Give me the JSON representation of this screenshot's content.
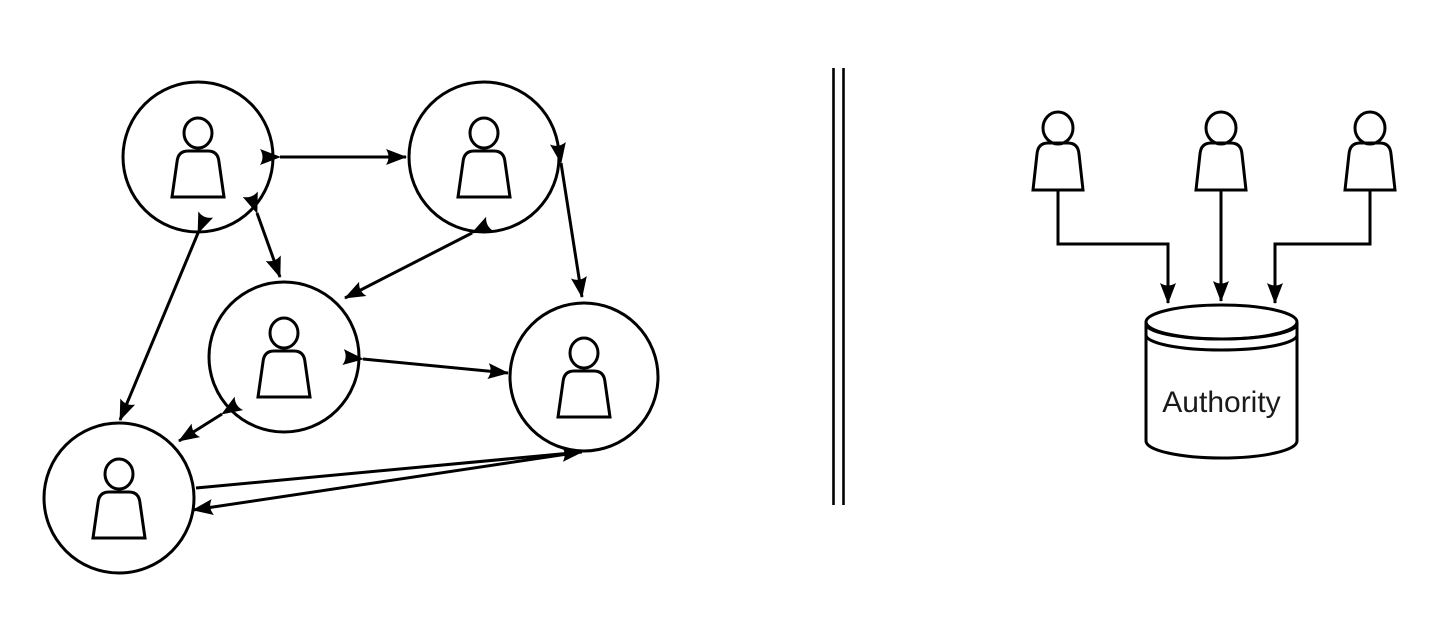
{
  "page": {
    "background_color": "#ffffff",
    "stroke_color": "#000000"
  },
  "left_panel": {
    "name": "peer-to-peer network",
    "peer_count": 5,
    "link_count": 9,
    "peers": [
      {
        "id": "peer-top-left"
      },
      {
        "id": "peer-top-right"
      },
      {
        "id": "peer-center"
      },
      {
        "id": "peer-right"
      },
      {
        "id": "peer-bottom-left"
      }
    ]
  },
  "separator": {
    "style": "double-vertical-line"
  },
  "right_panel": {
    "name": "centralized authority",
    "user_count": 3,
    "authority_label": "Authority"
  }
}
